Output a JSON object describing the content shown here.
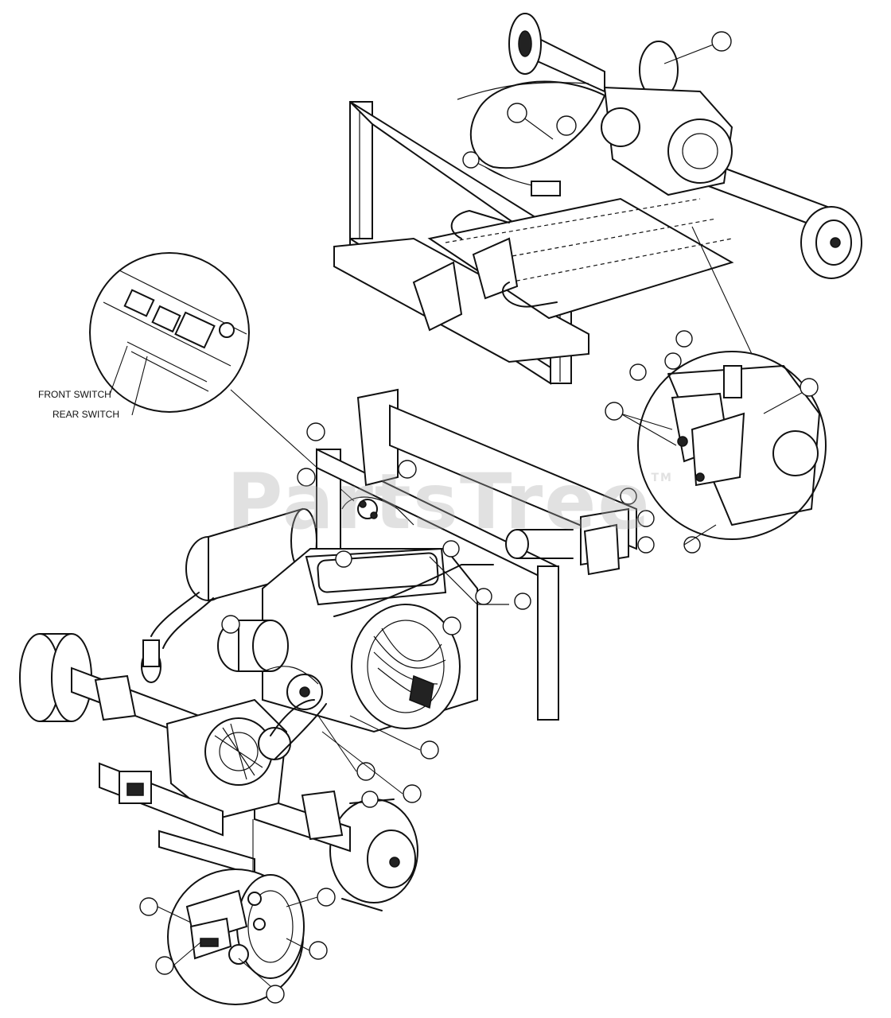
{
  "watermark": {
    "text": "PartsTree",
    "tm": "TM"
  },
  "labels": {
    "switch_a": "FRONT SWITCH",
    "switch_b": "REAR SWITCH"
  },
  "callouts": []
}
